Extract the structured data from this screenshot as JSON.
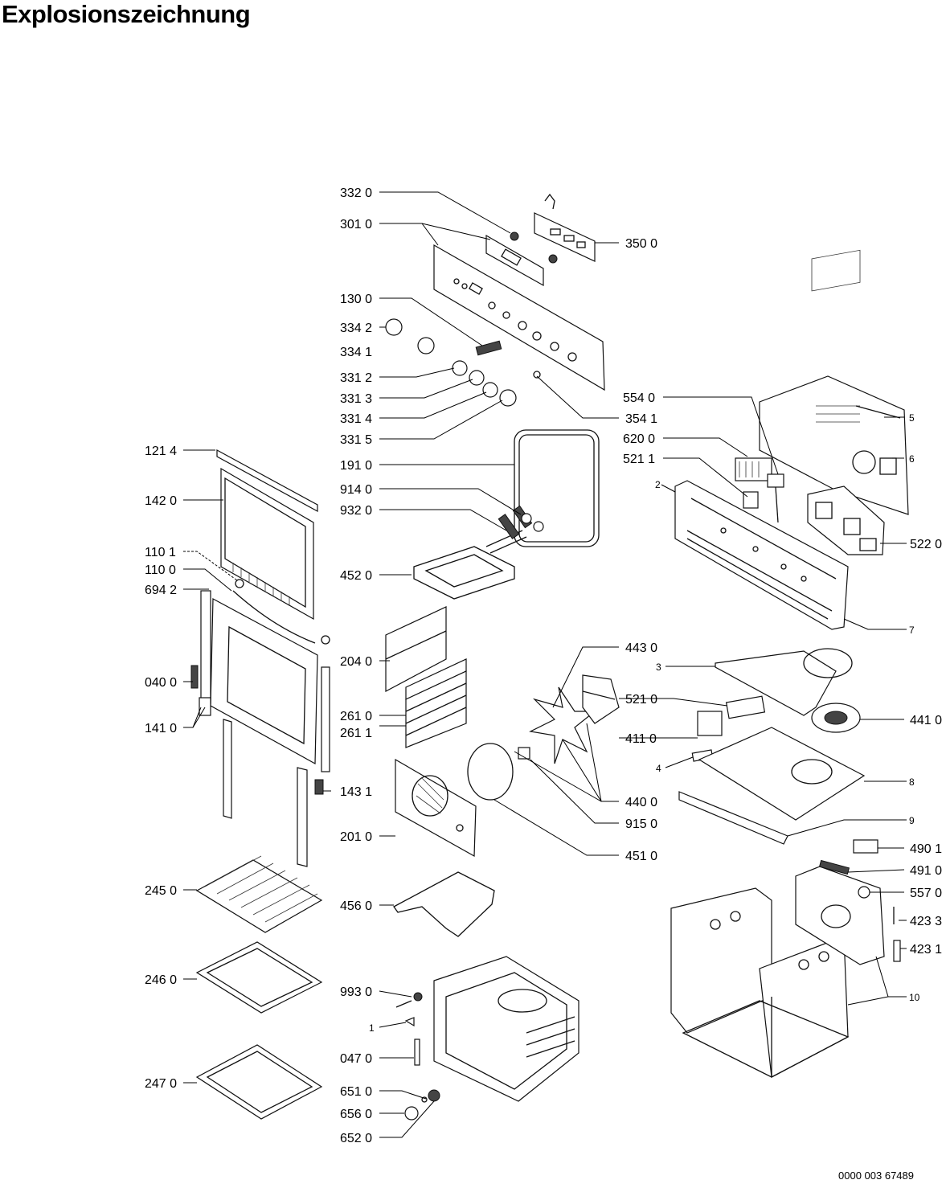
{
  "title": "Explosionszeichnung",
  "document_number": "0000 003 67489",
  "labels": [
    {
      "id": "332-0",
      "text": "332 0"
    },
    {
      "id": "301-0",
      "text": "301 0"
    },
    {
      "id": "350-0",
      "text": "350 0"
    },
    {
      "id": "130-0",
      "text": "130 0"
    },
    {
      "id": "334-2",
      "text": "334 2"
    },
    {
      "id": "334-1",
      "text": "334 1"
    },
    {
      "id": "331-2",
      "text": "331 2"
    },
    {
      "id": "331-3",
      "text": "331 3"
    },
    {
      "id": "331-4",
      "text": "331 4"
    },
    {
      "id": "331-5",
      "text": "331 5"
    },
    {
      "id": "354-1",
      "text": "354 1"
    },
    {
      "id": "554-0",
      "text": "554 0"
    },
    {
      "id": "620-0",
      "text": "620 0"
    },
    {
      "id": "521-1",
      "text": "521 1"
    },
    {
      "id": "5",
      "text": "5"
    },
    {
      "id": "6",
      "text": "6"
    },
    {
      "id": "2",
      "text": "2"
    },
    {
      "id": "522-0",
      "text": "522 0"
    },
    {
      "id": "7",
      "text": "7"
    },
    {
      "id": "121-4",
      "text": "121 4"
    },
    {
      "id": "142-0",
      "text": "142 0"
    },
    {
      "id": "191-0",
      "text": "191 0"
    },
    {
      "id": "914-0",
      "text": "914 0"
    },
    {
      "id": "932-0",
      "text": "932 0"
    },
    {
      "id": "110-1",
      "text": "110 1"
    },
    {
      "id": "110-0",
      "text": "110 0"
    },
    {
      "id": "694-2",
      "text": "694 2"
    },
    {
      "id": "452-0",
      "text": "452 0"
    },
    {
      "id": "443-0",
      "text": "443 0"
    },
    {
      "id": "3",
      "text": "3"
    },
    {
      "id": "204-0",
      "text": "204 0"
    },
    {
      "id": "040-0",
      "text": "040 0"
    },
    {
      "id": "521-0",
      "text": "521 0"
    },
    {
      "id": "441-0",
      "text": "441 0"
    },
    {
      "id": "261-0",
      "text": "261 0"
    },
    {
      "id": "261-1",
      "text": "261 1"
    },
    {
      "id": "141-0",
      "text": "141 0"
    },
    {
      "id": "411-0",
      "text": "411 0"
    },
    {
      "id": "4",
      "text": "4"
    },
    {
      "id": "8",
      "text": "8"
    },
    {
      "id": "143-1",
      "text": "143 1"
    },
    {
      "id": "440-0",
      "text": "440 0"
    },
    {
      "id": "915-0",
      "text": "915 0"
    },
    {
      "id": "9",
      "text": "9"
    },
    {
      "id": "201-0",
      "text": "201 0"
    },
    {
      "id": "451-0",
      "text": "451 0"
    },
    {
      "id": "490-1",
      "text": "490 1"
    },
    {
      "id": "491-0",
      "text": "491 0"
    },
    {
      "id": "245-0",
      "text": "245 0"
    },
    {
      "id": "456-0",
      "text": "456 0"
    },
    {
      "id": "557-0",
      "text": "557 0"
    },
    {
      "id": "423-3",
      "text": "423 3"
    },
    {
      "id": "423-1",
      "text": "423 1"
    },
    {
      "id": "246-0",
      "text": "246 0"
    },
    {
      "id": "993-0",
      "text": "993 0"
    },
    {
      "id": "10",
      "text": "10"
    },
    {
      "id": "1",
      "text": "1"
    },
    {
      "id": "047-0",
      "text": "047 0"
    },
    {
      "id": "247-0",
      "text": "247 0"
    },
    {
      "id": "651-0",
      "text": "651 0"
    },
    {
      "id": "656-0",
      "text": "656 0"
    },
    {
      "id": "652-0",
      "text": "652 0"
    }
  ]
}
